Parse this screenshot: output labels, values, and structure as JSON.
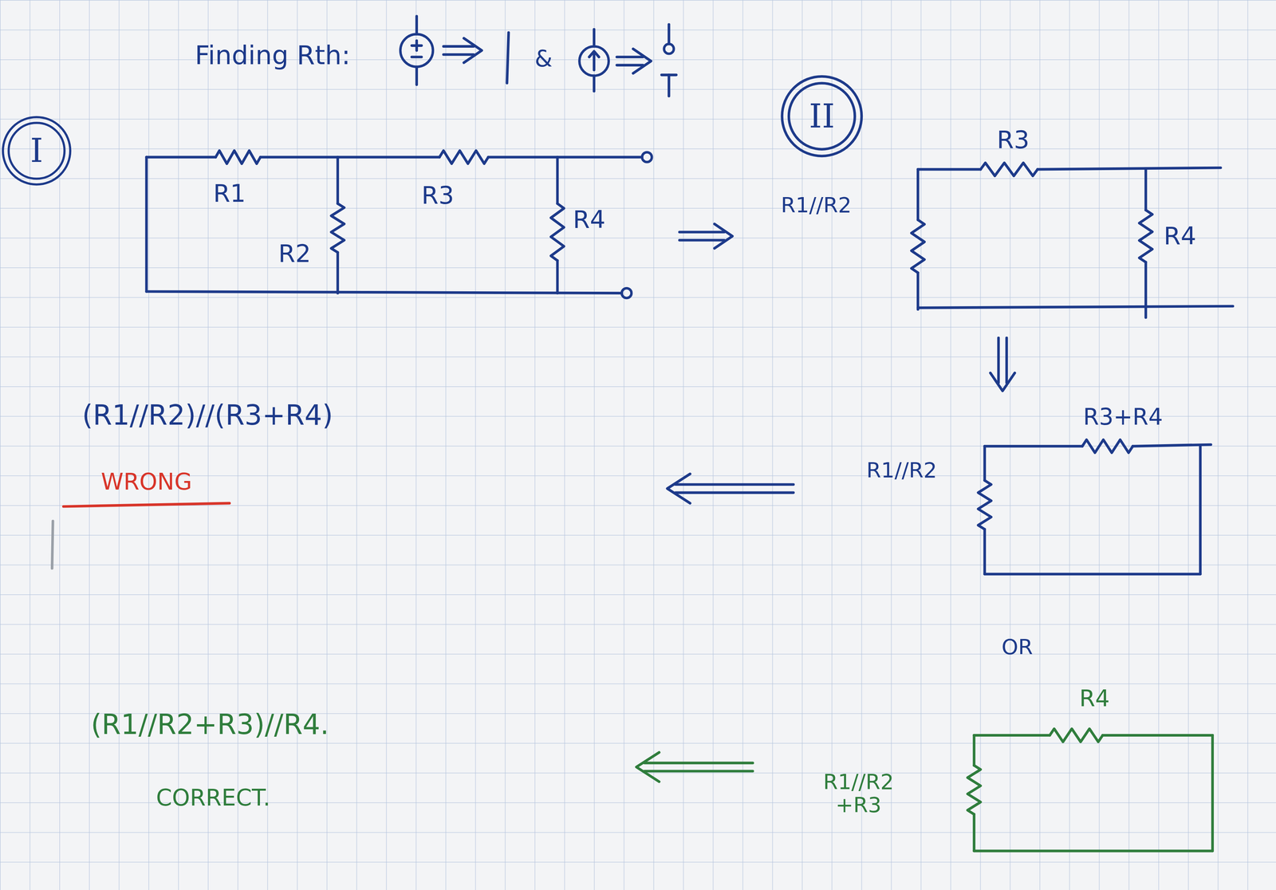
{
  "diagram": {
    "title": "Finding Rth:",
    "nodes": [
      {
        "text": [
          "I"
        ]
      },
      {
        "text": [
          "II"
        ]
      }
    ],
    "labels": [
      "&",
      "R1",
      "R3",
      "R2",
      "R4",
      "R3",
      "R1//R2",
      "R4",
      "(R1//R2)//(R3+R4)",
      "WRONG",
      "R3+R4",
      "R1//R2",
      "OR",
      "R4",
      "(R1//R2+R3)//R4.",
      "R1//R2 +R3",
      "CORRECT."
    ]
  }
}
